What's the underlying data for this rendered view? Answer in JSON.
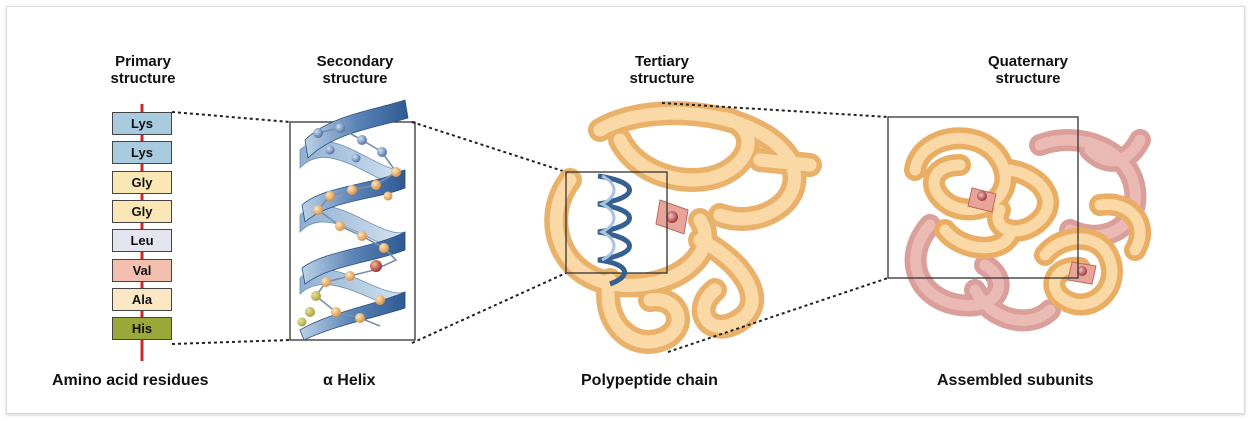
{
  "titles": {
    "primary": [
      "Primary",
      "structure"
    ],
    "secondary": [
      "Secondary",
      "structure"
    ],
    "tertiary": [
      "Tertiary",
      "structure"
    ],
    "quaternary": [
      "Quaternary",
      "structure"
    ]
  },
  "residues": [
    {
      "label": "Lys",
      "color": "#a9cbe0"
    },
    {
      "label": "Lys",
      "color": "#a9cbe0"
    },
    {
      "label": "Gly",
      "color": "#fbe7b6"
    },
    {
      "label": "Gly",
      "color": "#fbe7b6"
    },
    {
      "label": "Leu",
      "color": "#e4e5ee"
    },
    {
      "label": "Val",
      "color": "#f3bfae"
    },
    {
      "label": "Ala",
      "color": "#fbe7c3"
    },
    {
      "label": "His",
      "color": "#9aa83a"
    }
  ],
  "captions": {
    "primary": "Amino acid residues",
    "secondary": "α Helix",
    "tertiary": "Polypeptide chain",
    "quaternary": "Assembled subunits"
  },
  "colors": {
    "chain_axis": "#cc2a2a",
    "helix_blue": "#3f6aa0",
    "helix_light": "#bdd3e6",
    "tertiary_tan": "#f6c98e",
    "quaternary_pink": "#dea09a",
    "heme": "#b0343c"
  }
}
